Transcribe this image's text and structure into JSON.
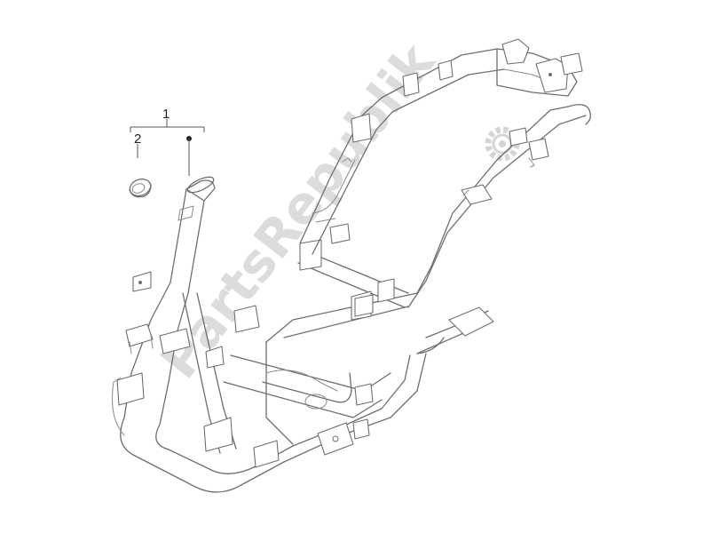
{
  "diagram": {
    "callouts": [
      {
        "id": "1",
        "label": "1"
      },
      {
        "id": "2",
        "label": "2"
      }
    ],
    "watermark": "PartsRepublik",
    "colors": {
      "line": "#6e6e6e",
      "watermark": "#d9d9d9",
      "callout": "#222222"
    }
  }
}
